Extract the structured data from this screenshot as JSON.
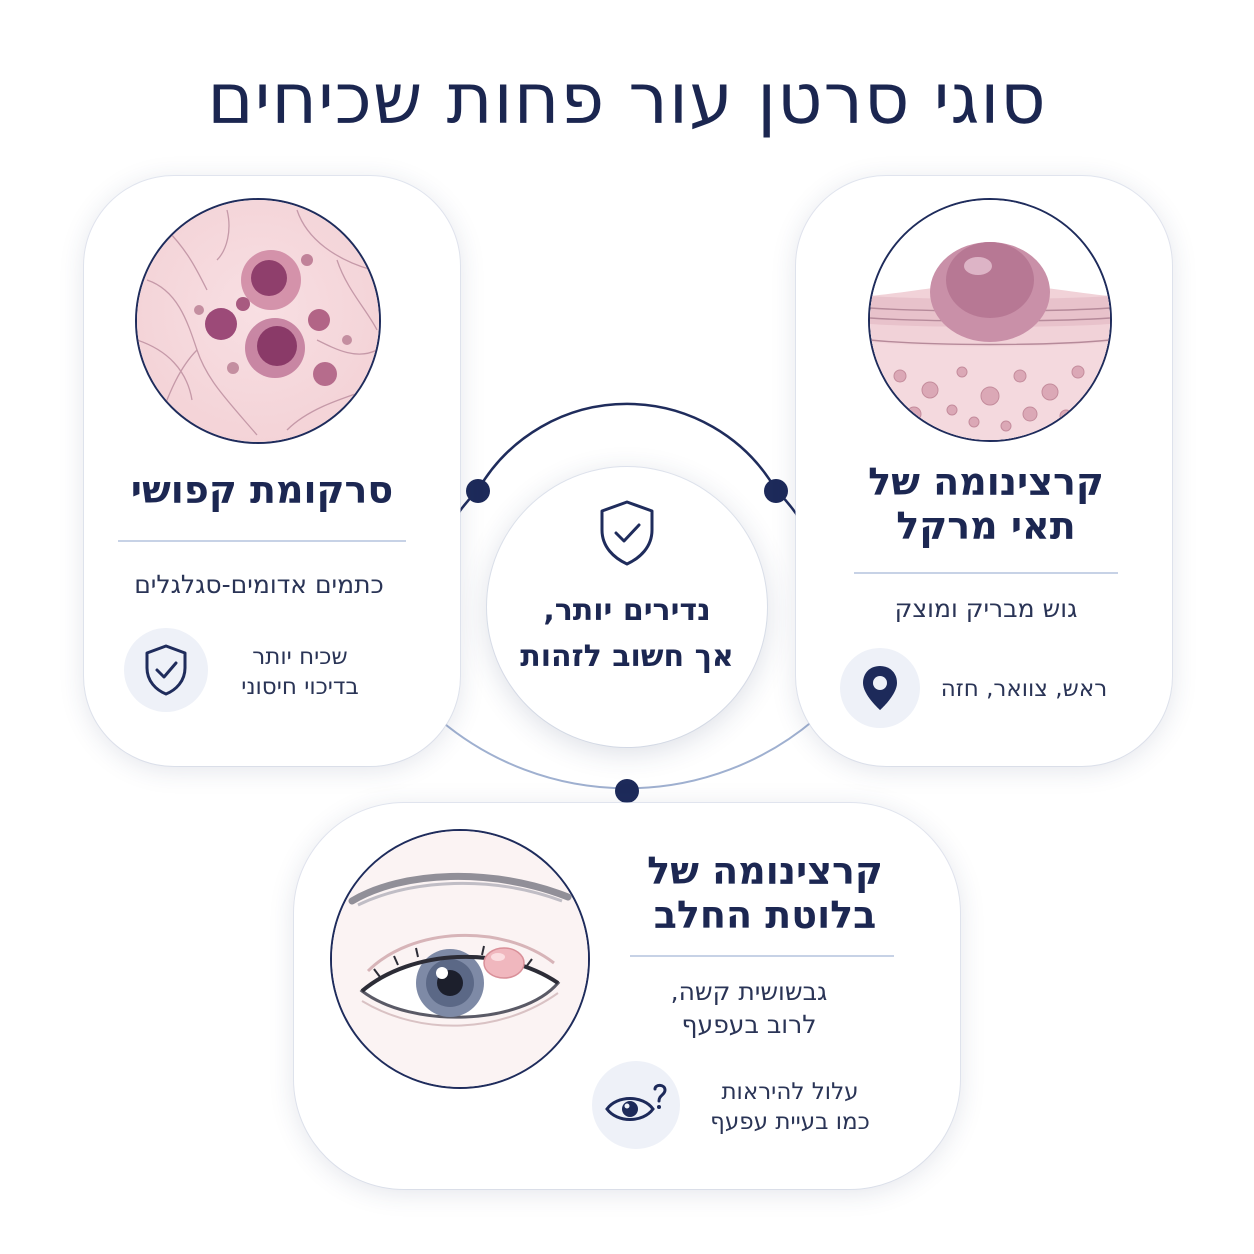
{
  "title": "סוגי סרטן עור פחות שכיחים",
  "center": {
    "text_line1": "נדירים יותר,",
    "text_line2": "אך חשוב לזהות",
    "icon": "shield-check-icon"
  },
  "cards": {
    "kaposi": {
      "title": "סרקומת קפושי",
      "description": "כתמים אדומים-סגלגלים",
      "note_line1": "שכיח יותר",
      "note_line2": "בדיכוי חיסוני",
      "icon": "shield-check-icon"
    },
    "merkel": {
      "title_line1": "קרצינומה של",
      "title_line2": "תאי מרקל",
      "description": "גוש מבריק ומוצק",
      "note": "ראש, צוואר, חזה",
      "icon": "location-pin-icon"
    },
    "sebaceous": {
      "title_line1": "קרצינומה של",
      "title_line2": "בלוטת החלב",
      "description_line1": "גבשושית קשה,",
      "description_line2": "לרוב בעפעף",
      "note_line1": "עלול להיראות",
      "note_line2": "כמו בעיית עפעף",
      "icon": "eye-question-icon"
    }
  },
  "colors": {
    "navy": "#1d2a4d",
    "accent_line": "#c7d2e6",
    "icon_bg": "#eef1f8",
    "skin_lesion": "#9b4a78"
  }
}
